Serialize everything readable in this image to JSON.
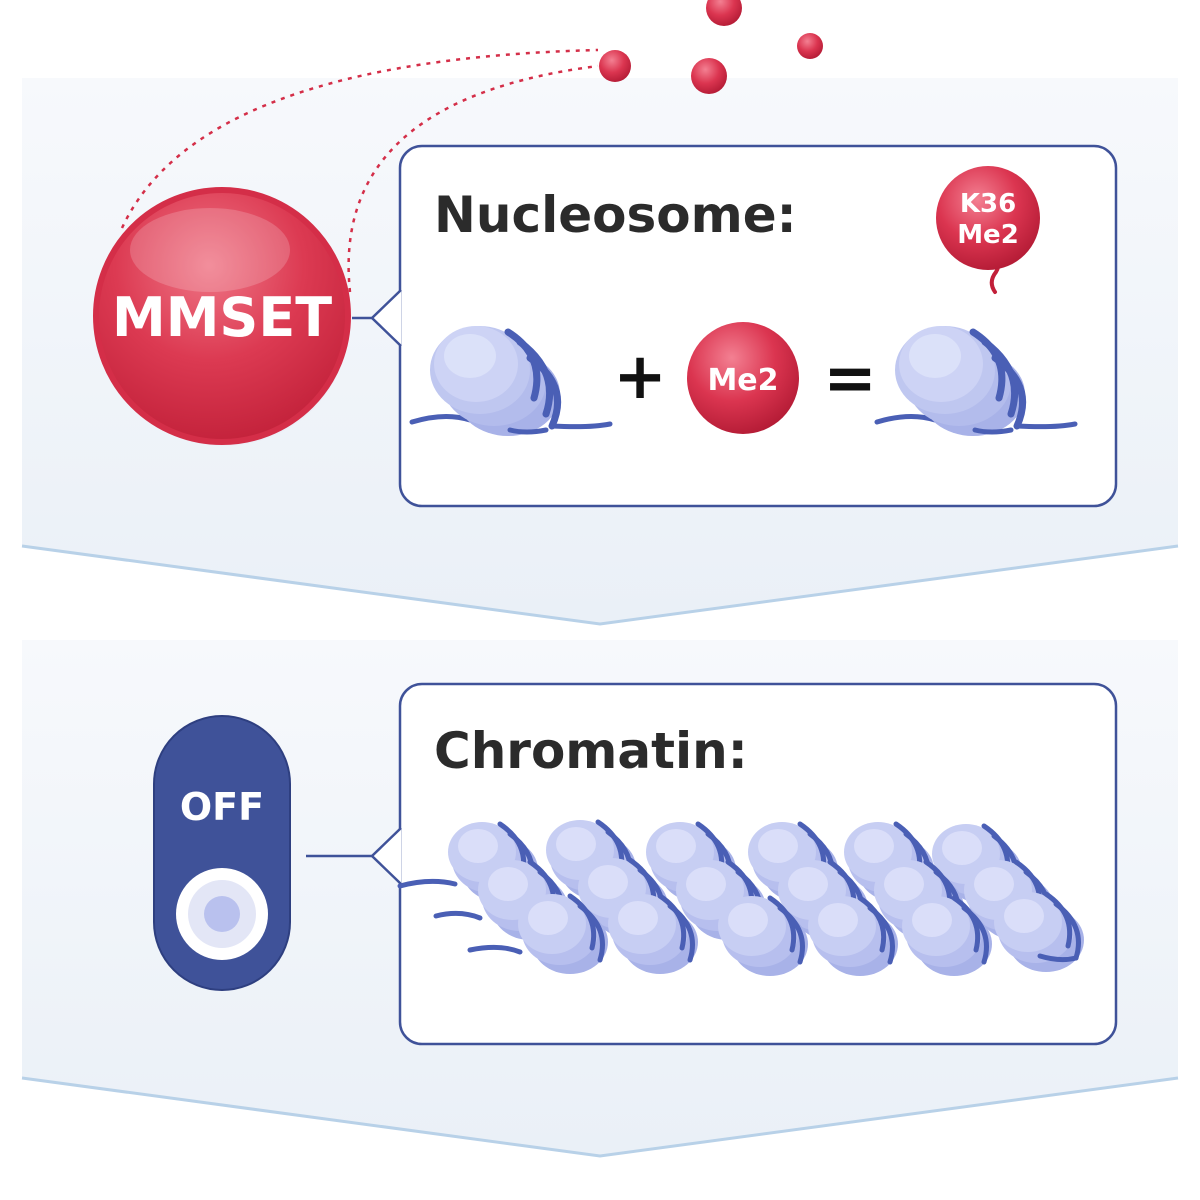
{
  "diagram": {
    "enzyme": {
      "label": "MMSET"
    },
    "nucleosome_panel": {
      "title": "Nucleosome:",
      "plus_symbol": "+",
      "equals_symbol": "=",
      "methyl_group_label": "Me2",
      "mark_label_line1": "K36",
      "mark_label_line2": "Me2"
    },
    "chromatin_panel": {
      "title": "Chromatin:",
      "switch_label": "OFF",
      "switch_state": "off"
    },
    "colors": {
      "red": "#d42e48",
      "red_light": "#ee6f82",
      "blue_dark": "#3f5299",
      "nucleosome_fill": "#b9c1ee",
      "nucleosome_dna": "#4a5fb5",
      "band_bg": "#eff3f8",
      "arrow_line": "#b8d1e8",
      "text": "#2b2b2b"
    }
  }
}
